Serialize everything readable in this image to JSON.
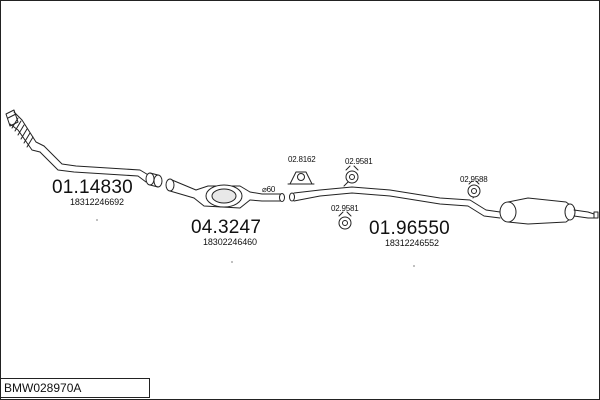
{
  "diagram": {
    "title": "BMW028970A",
    "parts": [
      {
        "number": "01.14830",
        "ref": "18312246692"
      },
      {
        "number": "04.3247",
        "ref": "18302246460"
      },
      {
        "number": "01.96550",
        "ref": "18312246552"
      }
    ],
    "fittings": [
      {
        "number": "02.8162"
      },
      {
        "number": "02.9581"
      },
      {
        "number": "02.9581"
      },
      {
        "number": "02.9588"
      }
    ],
    "diameter_label": "⌀60"
  }
}
